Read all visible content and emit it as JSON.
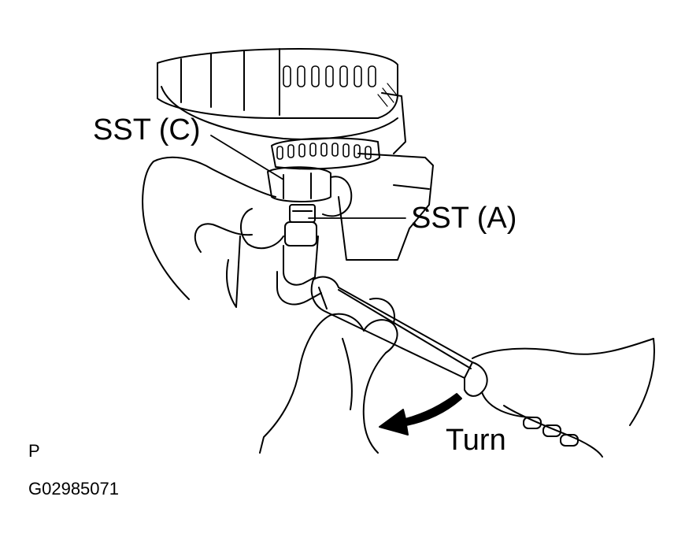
{
  "labels": {
    "sst_c": "SST (C)",
    "sst_a": "SST (A)",
    "turn": "Turn",
    "view_code": "P",
    "figure_id": "G02985071"
  },
  "colors": {
    "ink": "#000000",
    "paper": "#ffffff"
  }
}
